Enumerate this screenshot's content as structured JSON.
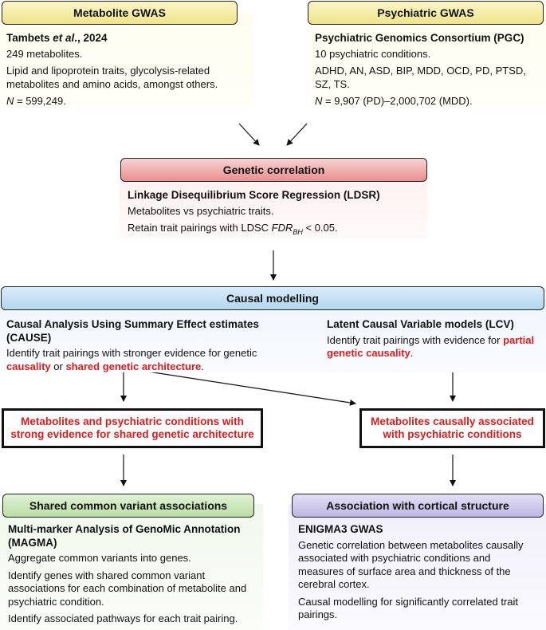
{
  "metabolite_gwas": {
    "header": "Metabolite GWAS",
    "title_a": "Tambets ",
    "title_b": "et al",
    "title_c": "., 2024",
    "line1": "249 metabolites.",
    "line2": "Lipid and lipoprotein traits, glycolysis-related metabolites and amino acids, amongst others.",
    "n_label": "N",
    "n_value": " = 599,249."
  },
  "psychiatric_gwas": {
    "header": "Psychiatric GWAS",
    "title": "Psychiatric Genomics Consortium (PGC)",
    "line1": "10 psychiatric conditions.",
    "line2": "ADHD, AN, ASD, BIP, MDD, OCD, PD, PTSD, SZ, TS.",
    "n_label": "N",
    "n_value": " = 9,907 (PD)–2,000,702 (MDD)."
  },
  "genetic_correlation": {
    "header": "Genetic correlation",
    "title": "Linkage Disequilibrium Score Regression (LDSR)",
    "line1": "Metabolites vs psychiatric traits.",
    "line2_a": "Retain trait pairings with LDSC ",
    "line2_fdr": "FDR",
    "line2_sub": "BH",
    "line2_b": " < 0.05."
  },
  "causal_modelling": {
    "header": "Causal modelling",
    "cause_title": "Causal Analysis Using Summary Effect estimates (CAUSE)",
    "cause_a": "Identify trait pairings with stronger evidence for genetic ",
    "cause_hl1": "causality",
    "cause_b": " or ",
    "cause_hl2": "shared genetic architecture",
    "cause_c": ".",
    "lcv_title": "Latent Causal Variable models (LCV)",
    "lcv_a": "Identify trait pairings with evidence for ",
    "lcv_hl": "partial genetic causality",
    "lcv_b": "."
  },
  "outcomes": {
    "shared_line1": "Metabolites and psychiatric conditions with",
    "shared_line2": "strong evidence for shared genetic architecture",
    "causal_line1": "Metabolites causally associated",
    "causal_line2": "with psychiatric conditions"
  },
  "shared_variants": {
    "header": "Shared common variant associations",
    "title": "Multi-marker Analysis of GenoMic Annotation (MAGMA)",
    "line1": "Aggregate common variants into genes.",
    "line2": "Identify genes with shared common variant associations for each combination of metabolite and psychiatric condition.",
    "line3": "Identify associated pathways for each trait pairing."
  },
  "cortical": {
    "header": "Association with cortical structure",
    "title": "ENIGMA3 GWAS",
    "line1": "Genetic correlation between metabolites causally associated with psychiatric conditions and measures of surface area and thickness of the cerebral cortex.",
    "line2": "Causal modelling for significantly correlated trait pairings."
  },
  "colors": {
    "highlight": "#e01b1b",
    "yellow": "#efe48a",
    "red": "#e88e8e",
    "blue": "#b3d6ee",
    "green": "#b9dea1",
    "purple": "#bdb6e3"
  }
}
